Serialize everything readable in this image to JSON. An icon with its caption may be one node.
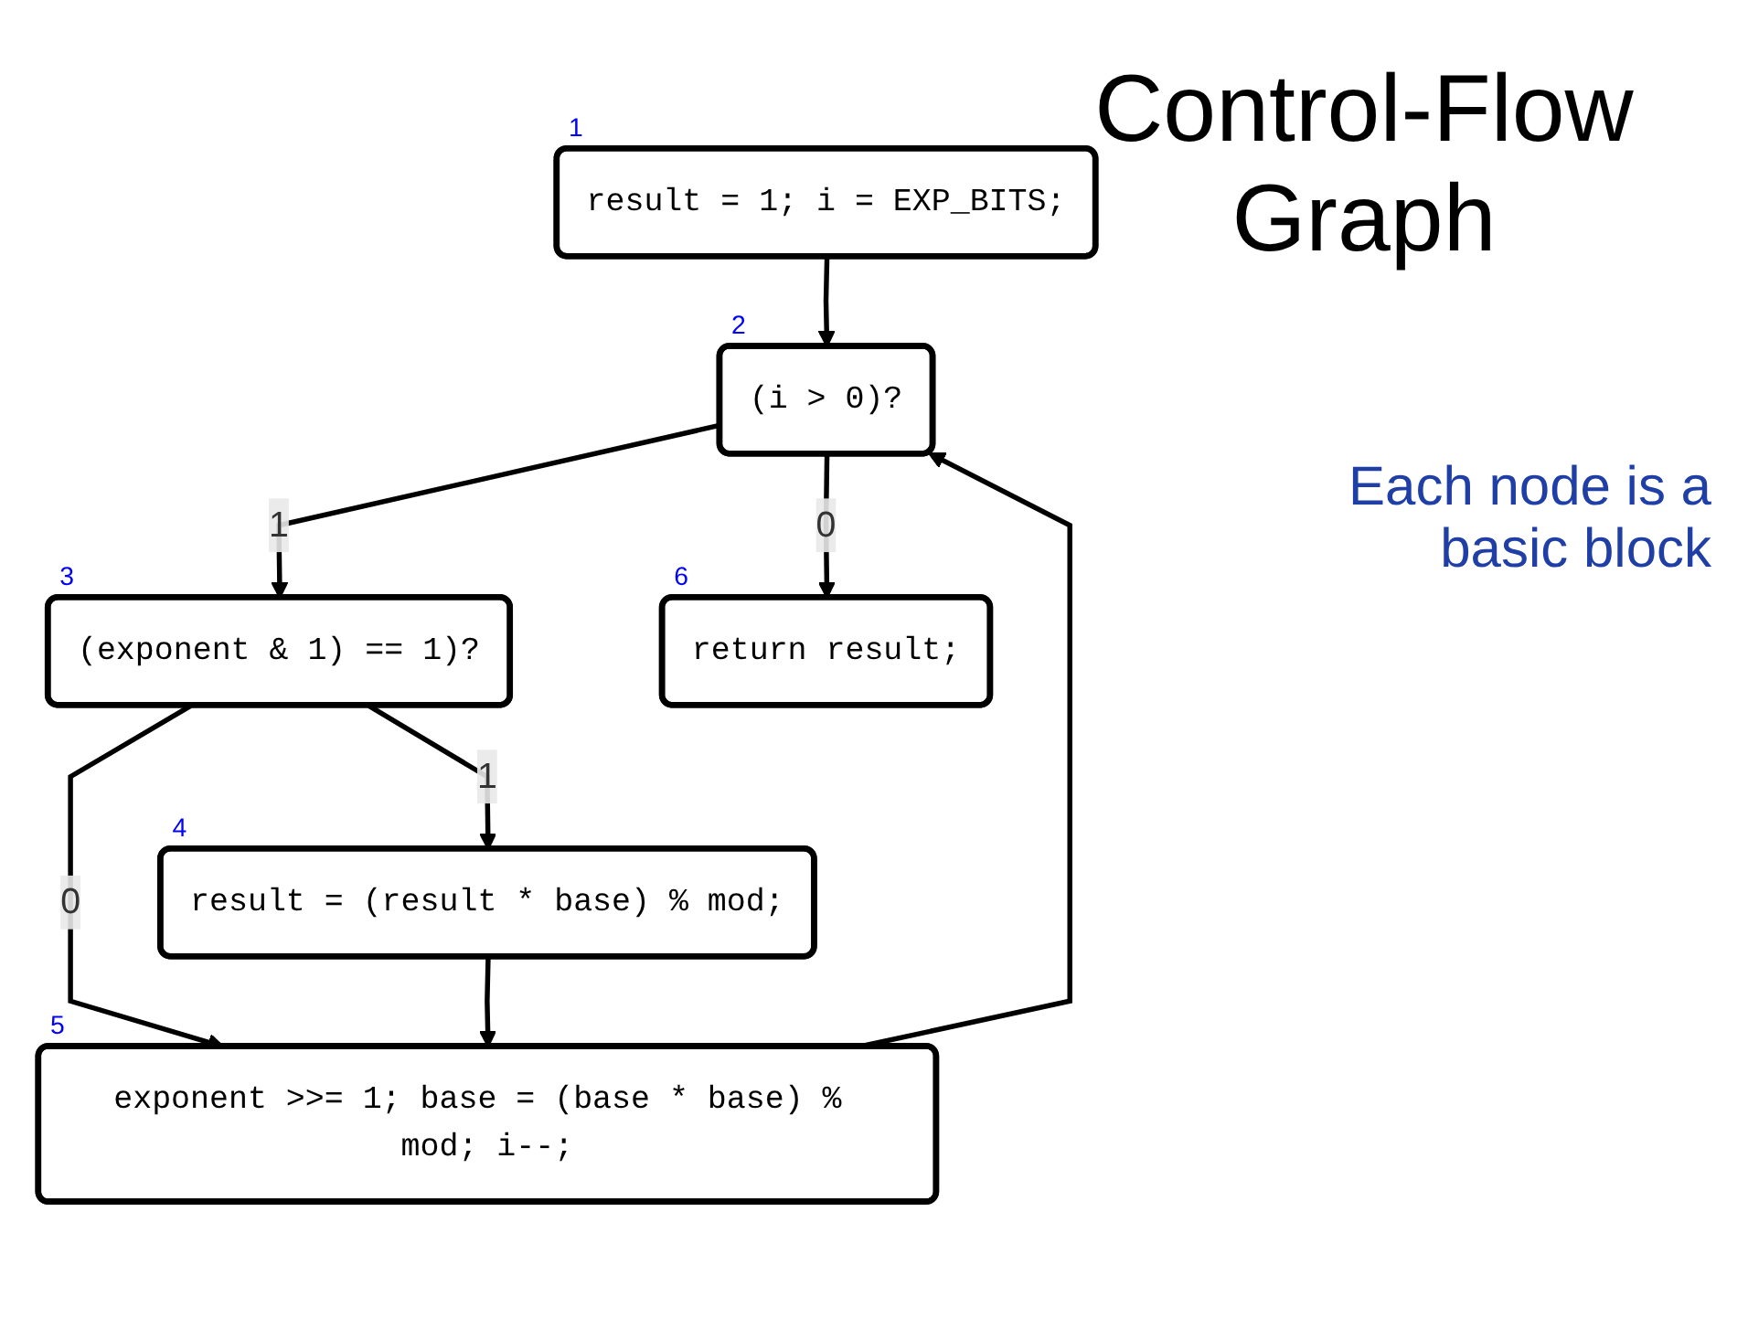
{
  "diagram": {
    "title": "Control-Flow Graph",
    "nodes": [
      {
        "text": [
          "result = 1; i = EXP_BITS;"
        ],
        "beside": [
          "1"
        ]
      },
      {
        "text": [
          "(i > 0)?"
        ],
        "beside": [
          "2"
        ]
      },
      {
        "text": [
          "(exponent & 1) == 1)?"
        ],
        "beside": [
          "3"
        ]
      },
      {
        "text": [
          "result = (result * base) % mod;"
        ],
        "beside": [
          "4"
        ]
      },
      {
        "text": [
          "exponent >>= 1; base = (base * base) % mod; i--;"
        ],
        "beside": [
          "5"
        ]
      },
      {
        "text": [
          "return result;"
        ],
        "beside": [
          "6"
        ]
      }
    ],
    "edges": [
      {
        "from": 0,
        "to": 1,
        "arrow": "to"
      },
      {
        "from": 1,
        "to": 2,
        "arrow": "to",
        "label": "1"
      },
      {
        "from": 1,
        "to": 5,
        "arrow": "to",
        "label": "0"
      },
      {
        "from": 2,
        "to": 3,
        "arrow": "to",
        "label": "1"
      },
      {
        "from": 2,
        "to": 4,
        "arrow": "to",
        "label": "0"
      },
      {
        "from": 3,
        "to": 4,
        "arrow": "to"
      },
      {
        "from": 4,
        "to": 1,
        "arrow": "to"
      }
    ],
    "labels": [
      "Each node is a basic block"
    ]
  }
}
